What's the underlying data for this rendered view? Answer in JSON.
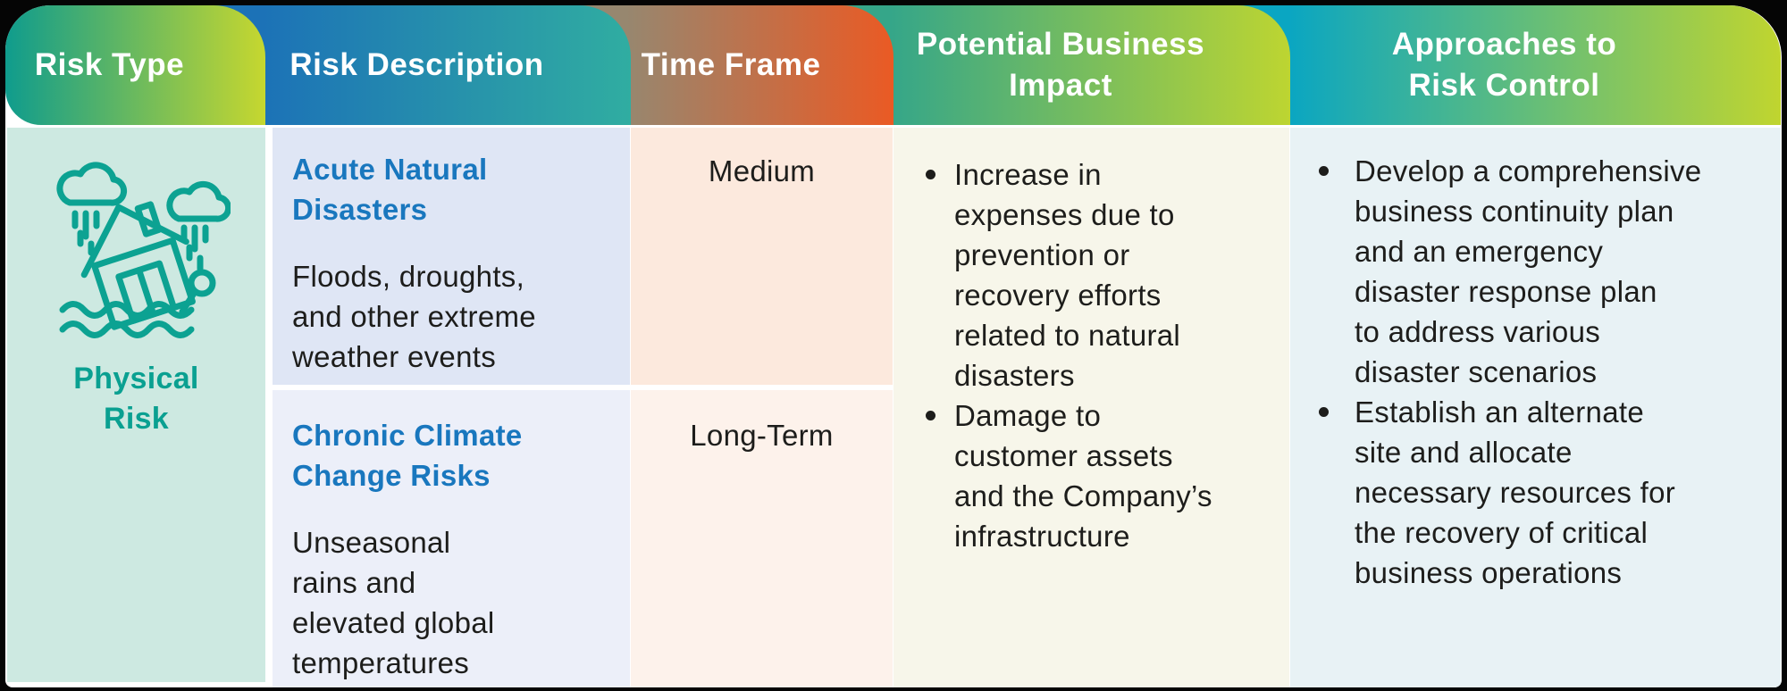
{
  "table": {
    "headers": {
      "risk_type": "Risk Type",
      "risk_description": "Risk Description",
      "time_frame": "Time Frame",
      "potential_business_impact": "Potential Business\nImpact",
      "approaches_to_risk_control": "Approaches to\nRisk Control"
    },
    "risk_type": {
      "label": "Physical\nRisk",
      "icon": "sinking-house-rain-clouds-icon"
    },
    "rows": [
      {
        "description_title": "Acute Natural\nDisasters",
        "description": "Floods, droughts,\nand other extreme\nweather events",
        "time_frame": "Medium"
      },
      {
        "description_title": "Chronic Climate\nChange Risks",
        "description": "Unseasonal\nrains and\nelevated global\ntemperatures",
        "time_frame": "Long-Term"
      }
    ],
    "impact_bullets": [
      "Increase in\nexpenses due to\nprevention or\nrecovery efforts\nrelated to natural\ndisasters",
      "Damage to\ncustomer assets\nand the Company’s\ninfrastructure"
    ],
    "control_bullets": [
      "Develop a comprehensive\nbusiness continuity plan\nand an emergency\ndisaster response plan\nto address various\ndisaster scenarios",
      "Establish an alternate\nsite and allocate\nnecessary resources for\nthe recovery of critical\nbusiness operations"
    ]
  },
  "colors": {
    "tab_risk_type_gradient": [
      "#0f9c8d",
      "#c6d72f"
    ],
    "tab_risk_description_gradient": [
      "#1c72b7",
      "#30ada1"
    ],
    "tab_time_frame_gradient": [
      "#97876f",
      "#ea5a24"
    ],
    "tab_impact_gradient": [
      "#35a689",
      "#bdd531"
    ],
    "tab_control_gradient": [
      "#0aa6c2",
      "#c0d52f"
    ],
    "risk_type_body": "#cde9e1",
    "description_row1": "#dfe6f5",
    "description_row2": "#eceff9",
    "time_row1": "#fce9dd",
    "time_row2": "#fdf2eb",
    "impact_body": "#f7f6ea",
    "control_body": "#e8f2f5",
    "title_blue": "#1977be",
    "teal_accent": "#0aa091",
    "body_text": "#1d1d1b"
  }
}
